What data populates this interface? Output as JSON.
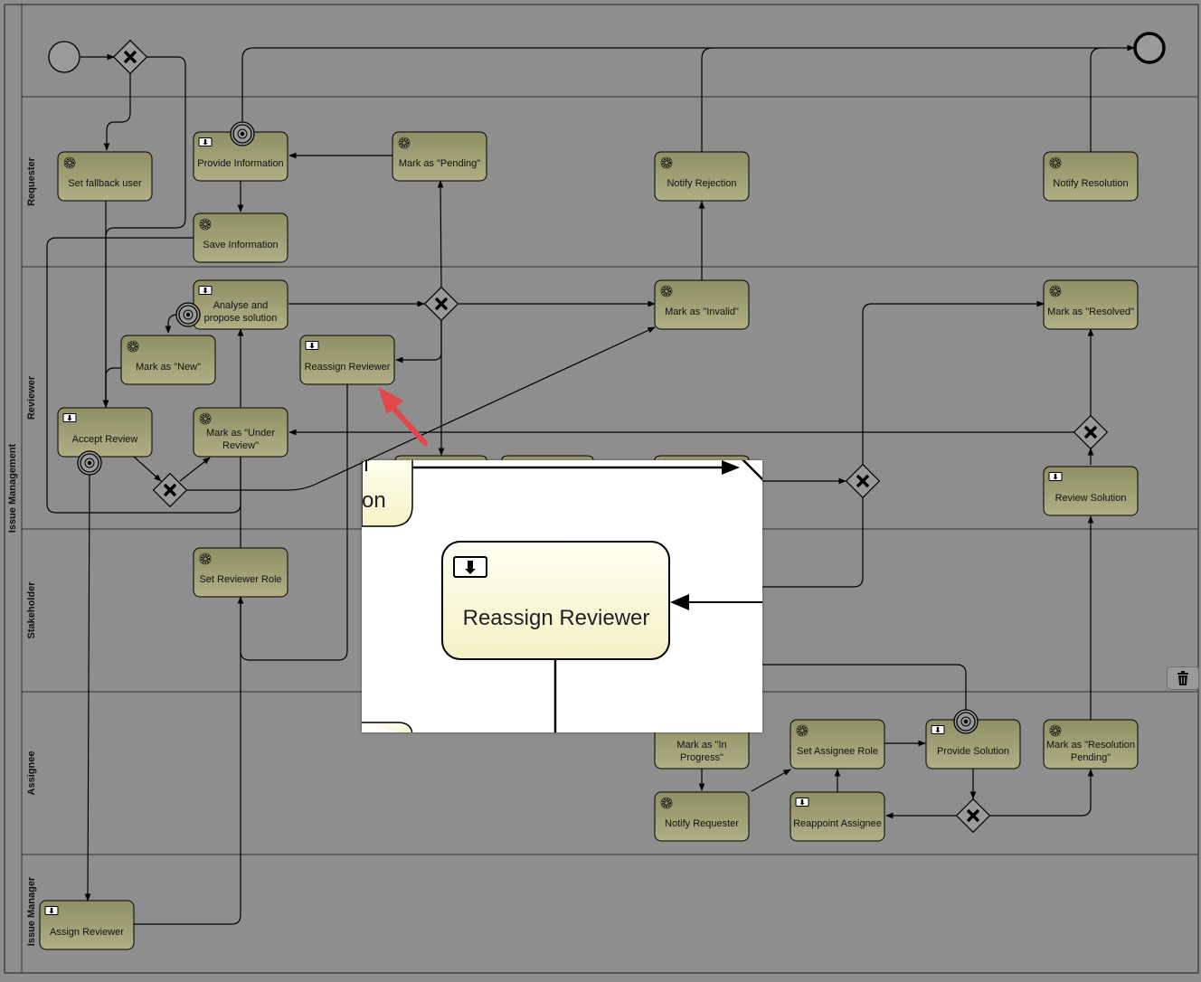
{
  "pool": {
    "label": "Issue Management"
  },
  "lanes": [
    {
      "id": "requester",
      "label": "Requester"
    },
    {
      "id": "reviewer",
      "label": "Reviewer"
    },
    {
      "id": "stakeholder",
      "label": "Stakeholder"
    },
    {
      "id": "assignee",
      "label": "Assignee"
    },
    {
      "id": "issue-manager",
      "label": "Issue Manager"
    }
  ],
  "tasks": {
    "set_fallback_user": "Set fallback user",
    "provide_information": "Provide Information",
    "mark_pending": "Mark as \"Pending\"",
    "save_information": "Save Information",
    "notify_rejection": "Notify Rejection",
    "notify_resolution": "Notify Resolution",
    "analyse_line1": "Analyse and",
    "analyse_line2": "propose solution",
    "mark_new": "Mark as \"New\"",
    "reassign_reviewer": "Reassign Reviewer",
    "mark_invalid": "Mark as \"Invalid\"",
    "mark_resolved": "Mark as \"Resolved\"",
    "accept_review": "Accept Review",
    "mark_under_review_line1": "Mark as \"Under",
    "mark_under_review_line2": "Review\"",
    "review_solution": "Review Solution",
    "set_reviewer_role": "Set Reviewer Role",
    "mark_in_progress_line1": "Mark as \"In",
    "mark_in_progress_line2": "Progress\"",
    "set_assignee_role": "Set Assignee Role",
    "provide_solution": "Provide Solution",
    "mark_resolution_pending_line1": "Mark as \"Resolution",
    "mark_resolution_pending_line2": "Pending\"",
    "notify_requester": "Notify Requester",
    "reappoint_assignee": "Reappoint Assignee",
    "assign_reviewer": "Assign Reviewer"
  },
  "zoom": {
    "task_label": "Reassign Reviewer",
    "partial_label": "on"
  },
  "icons": {
    "service_task": "gear-icon",
    "user_task": "user-task-icon",
    "exclusive_gateway": "x-icon",
    "delete": "trash-icon"
  },
  "colors": {
    "task_top": "#929268",
    "task_bottom": "#aeae82",
    "zoom_task_top": "#fffff0",
    "zoom_task_bottom": "#f6f2c8",
    "pointer_arrow": "#e2484a"
  }
}
